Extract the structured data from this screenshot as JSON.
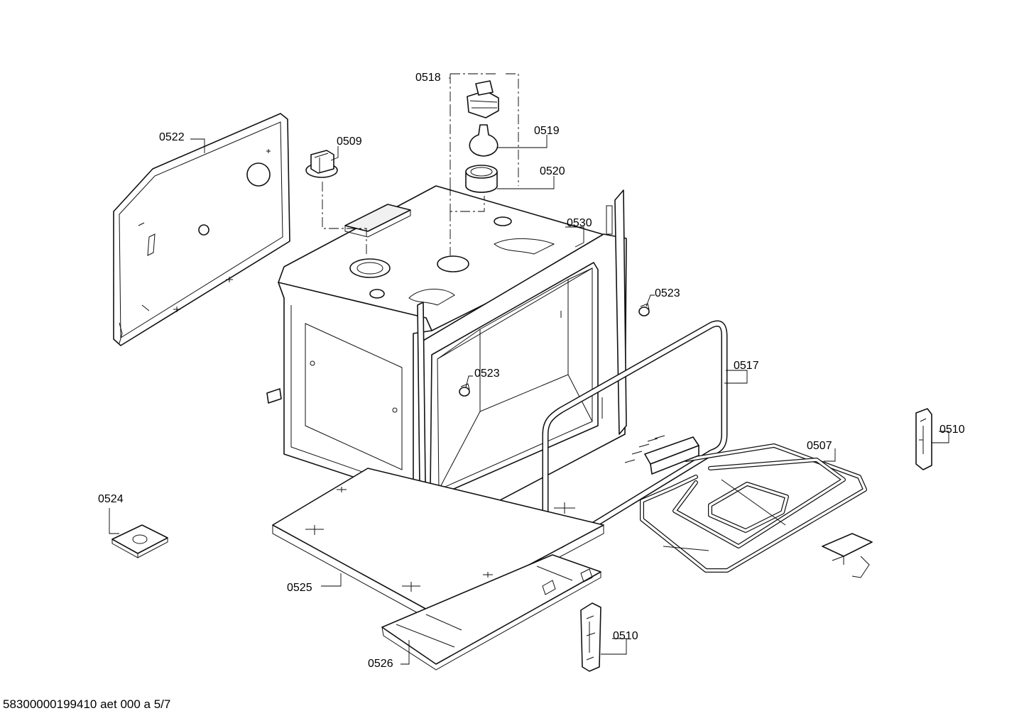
{
  "part_labels": {
    "p0518": "0518",
    "p0519": "0519",
    "p0520": "0520",
    "p0522": "0522",
    "p0509": "0509",
    "p0530": "0530",
    "p0523_top": "0523",
    "p0523_inner": "0523",
    "p0517": "0517",
    "p0510_right": "0510",
    "p0507": "0507",
    "p0524": "0524",
    "p0525": "0525",
    "p0510_bottom": "0510",
    "p0526": "0526"
  },
  "footer": {
    "document_id": "58300000199410 aet 000 a 5/7"
  },
  "colors": {
    "line": "#111111",
    "background": "#ffffff"
  }
}
